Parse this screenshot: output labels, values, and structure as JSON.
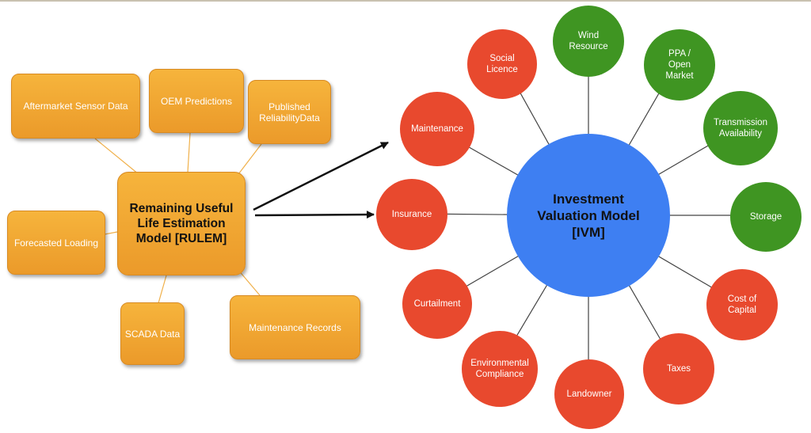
{
  "rulem": {
    "center": "Remaining Useful\nLife Estimation\nModel [RULEM]",
    "inputs": {
      "aftermarket": "Aftermarket Sensor Data",
      "oem": "OEM Predictions",
      "published": "Published\nReliabilityData",
      "forecasted": "Forecasted Loading",
      "scada": "SCADA Data",
      "maintenance_records": "Maintenance Records"
    }
  },
  "ivm": {
    "hub": "Investment\nValuation Model\n[IVM]",
    "nodes": {
      "wind_resource": "Wind\nResource",
      "ppa": "PPA /\nOpen\nMarket",
      "transmission": "Transmission\nAvailability",
      "storage": "Storage",
      "cost_of_capital": "Cost of\nCapital",
      "taxes": "Taxes",
      "landowner": "Landowner",
      "environmental": "Environmental\nCompliance",
      "curtailment": "Curtailment",
      "insurance": "Insurance",
      "maintenance": "Maintenance",
      "social_licence": "Social\nLicence"
    }
  },
  "colors": {
    "input_box": "#f0a531",
    "cost_node": "#e8492e",
    "revenue_node": "#3f9522",
    "hub": "#3e7ff2"
  }
}
